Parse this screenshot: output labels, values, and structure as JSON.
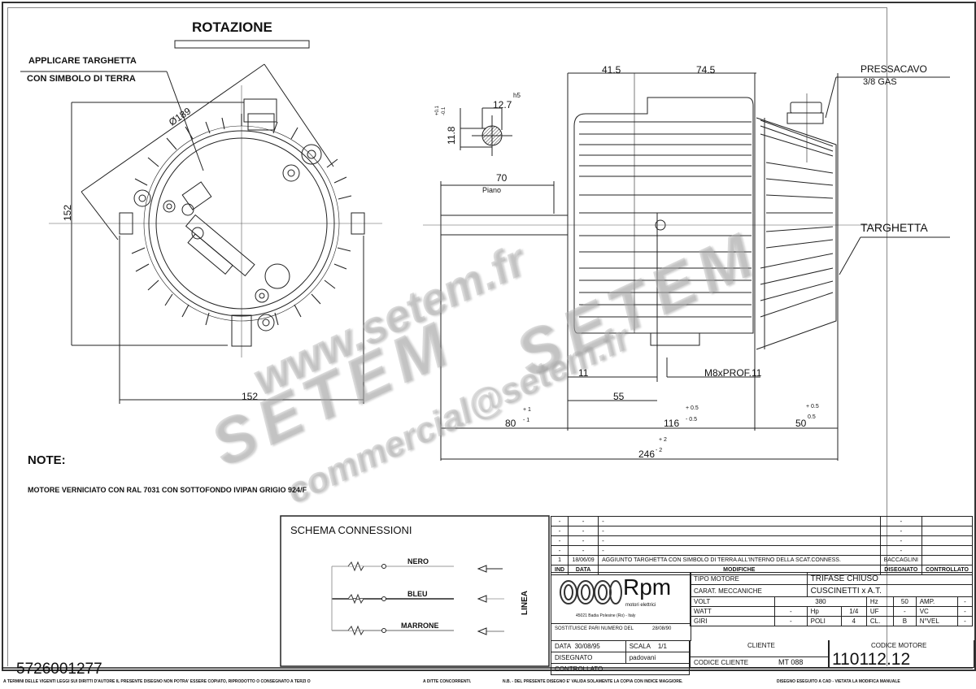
{
  "drawing": {
    "rotation_label": "ROTAZIONE",
    "nameplate_note": [
      "APPLICARE TARGHETTA",
      "CON SIMBOLO DI TERRA"
    ],
    "front_view": {
      "diameter": "Ø189",
      "height": "152",
      "width": "152"
    },
    "shaft_section": {
      "width": "12.7",
      "width_tolerance": "h5",
      "flat": "11.8",
      "flat_tolerance_plus": "+0.1",
      "flat_tolerance_minus": "-0.1",
      "flat_length": "70",
      "flat_label": "Piano"
    },
    "side_view": {
      "dim_a": "41.5",
      "dim_b": "74.5",
      "dim_11": "11",
      "dim_55": "55",
      "thread": "M8xPROF.11",
      "dim_80": "80",
      "dim_80_tol_plus": "+ 1",
      "dim_80_tol_minus": "- 1",
      "dim_116": "116",
      "dim_116_tol_plus": "+ 0.5",
      "dim_116_tol_minus": "- 0.5",
      "dim_50": "50",
      "dim_50_tol_plus": "+ 0.5",
      "dim_50_tol_minus": "0.5",
      "dim_246": "246",
      "dim_246_tol_plus": "+ 2",
      "dim_246_tol_minus": "- 2",
      "cable_gland": "PRESSACAVO",
      "cable_gland_size": "3/8 GAS",
      "plate_label": "TARGHETTA"
    }
  },
  "notes": {
    "title": "NOTE:",
    "text": "MOTORE VERNICIATO CON RAL 7031 CON SOTTOFONDO IVIPAN GRIGIO 924/F"
  },
  "connections": {
    "title": "SCHEMA CONNESSIONI",
    "wires": [
      "NERO",
      "BLEU",
      "MARRONE"
    ],
    "line_label": "LINEA"
  },
  "revisions": {
    "rows": [
      {
        "ind": "-",
        "data": "-",
        "mod": "-",
        "dis": "-",
        "con": ""
      },
      {
        "ind": "-",
        "data": "-",
        "mod": "-",
        "dis": "-",
        "con": ""
      },
      {
        "ind": "-",
        "data": "-",
        "mod": "-",
        "dis": "-",
        "con": ""
      },
      {
        "ind": "-",
        "data": "-",
        "mod": "-",
        "dis": "-",
        "con": ""
      },
      {
        "ind": "1",
        "data": "18/06/09",
        "mod": "AGGIUNTO TARGHETTA CON SIMBOLO DI TERRA ALL'INTERNO DELLA SCAT.CONNESS.",
        "dis": "BACCAGLINI",
        "con": ""
      }
    ],
    "headers": {
      "ind": "IND",
      "data": "DATA",
      "mod": "MODIFICHE",
      "dis": "DISEGNATO",
      "con": "CONTROLLATO"
    }
  },
  "company": {
    "name": "Rpm",
    "subtitle": "motori elettrici",
    "address": "45021 Badia Polesine (Ro) - Italy"
  },
  "specs": {
    "tipo_label": "TIPO MOTORE",
    "tipo_value": "TRIFASE CHIUSO",
    "mecc_label": "CARAT. MECCANICHE",
    "mecc_value": "CUSCINETTI x A.T.",
    "volt_label": "VOLT",
    "volt_value": "380",
    "hz_label": "Hz",
    "hz_value": "50",
    "amp_label": "AMP.",
    "amp_value": "-",
    "watt_label": "WATT",
    "watt_value": "-",
    "hp_label": "Hp",
    "hp_value": "1/4",
    "uf_label": "UF",
    "uf_value": "-",
    "vc_label": "VC",
    "vc_value": "-",
    "giri_label": "GIRI",
    "giri_value": "-",
    "poli_label": "POLI",
    "poli_value": "4",
    "cl_label": "CL.",
    "cl_value": "B",
    "nvel_label": "N°VEL",
    "nvel_value": "-"
  },
  "titleblock": {
    "replaces_label": "SOSTITUISCE PARI NUMERO DEL",
    "replaces_date": "28/08/90",
    "data_label": "DATA",
    "data_value": "30/08/95",
    "scala_label": "SCALA",
    "scala_value": "1/1",
    "disegnato_label": "DISEGNATO",
    "disegnato_value": "padovani",
    "controllato_label": "CONTROLLATO",
    "cliente_label": "CLIENTE",
    "codice_cliente_label": "CODICE CLIENTE",
    "codice_cliente_value": "MT 088",
    "codice_motore_label": "CODICE MOTORE",
    "codice_motore_value": "110112.12"
  },
  "drawing_number": "5726001277",
  "footer": {
    "left": "A TERMINI DELLE VIGENTI LEGGI SUI DIRITTI D'AUTORE IL PRESENTE DISEGNO NON POTRA' ESSERE COPIATO, RIPRODOTTO O CONSEGNATO A TERZI O",
    "middle": "A DITTE CONCORRENTI.",
    "nb": "N.B. - DEL PRESENTE DISEGNO E' VALIDA SOLAMENTE LA COPIA CON INDICE MAGGIORE.",
    "right": "DISEGNO ESEGUITO A CAD - VIETATA LA MODIFICA MANUALE"
  },
  "watermarks": {
    "site1": "www.setem.fr",
    "brand1": "SETEM",
    "brand2": "SETEM",
    "email": "commercial@setem.fr",
    "site2": "setem.fr"
  }
}
